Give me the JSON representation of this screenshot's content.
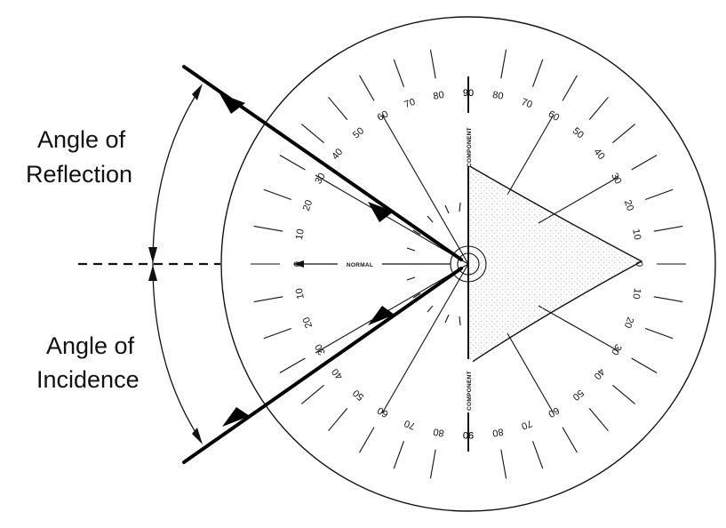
{
  "labels": {
    "angle_of_reflection_line1": "Angle of",
    "angle_of_reflection_line2": "Reflection",
    "angle_of_incidence_line1": "Angle of",
    "angle_of_incidence_line2": "Incidence",
    "normal": "NORMAL",
    "component_top": "COMPONENT",
    "component_bottom": "COMPONENT"
  },
  "scales": {
    "left": [
      "90",
      "80",
      "70",
      "60",
      "50",
      "40",
      "30",
      "20",
      "10",
      "0",
      "10",
      "20",
      "30",
      "40",
      "50",
      "60",
      "70",
      "80",
      "90"
    ],
    "right": [
      "90",
      "80",
      "70",
      "60",
      "50",
      "40",
      "30",
      "20",
      "10",
      "0",
      "10",
      "20",
      "30",
      "40",
      "50",
      "60",
      "70",
      "80",
      "90"
    ]
  },
  "rays": {
    "reflection_angle_deg": 30,
    "incidence_angle_deg": 30
  }
}
